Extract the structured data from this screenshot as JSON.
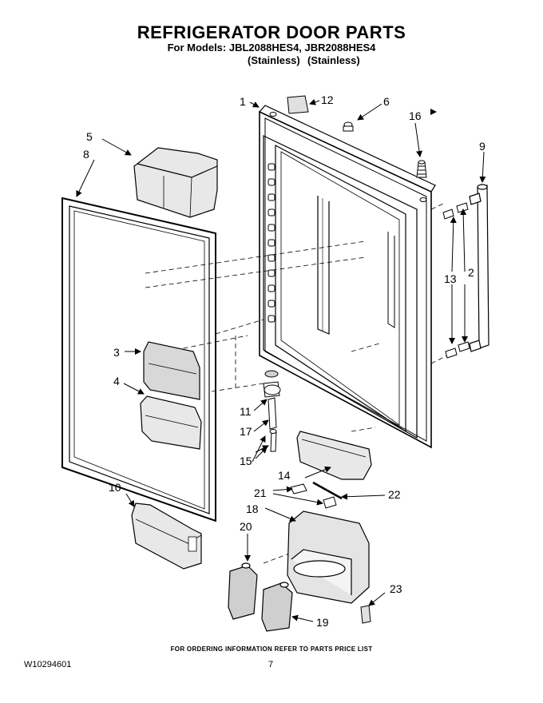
{
  "header": {
    "title": "REFRIGERATOR DOOR PARTS",
    "models": "For Models: JBL2088HES4, JBR2088HES4",
    "finish_left": "(Stainless)",
    "finish_right": "(Stainless)"
  },
  "callouts": {
    "p1": "1",
    "p2": "2",
    "p3": "3",
    "p4": "4",
    "p5": "5",
    "p6": "6",
    "p8": "8",
    "p9": "9",
    "p10": "10",
    "p11": "11",
    "p12": "12",
    "p13": "13",
    "p14": "14",
    "p15": "15",
    "p16": "16",
    "p17": "17",
    "p18": "18",
    "p19": "19",
    "p20": "20",
    "p21": "21",
    "p22": "22",
    "p23": "23"
  },
  "footer": {
    "note": "FOR ORDERING INFORMATION REFER TO PARTS PRICE LIST",
    "doc_id": "W10294601",
    "page": "7"
  }
}
